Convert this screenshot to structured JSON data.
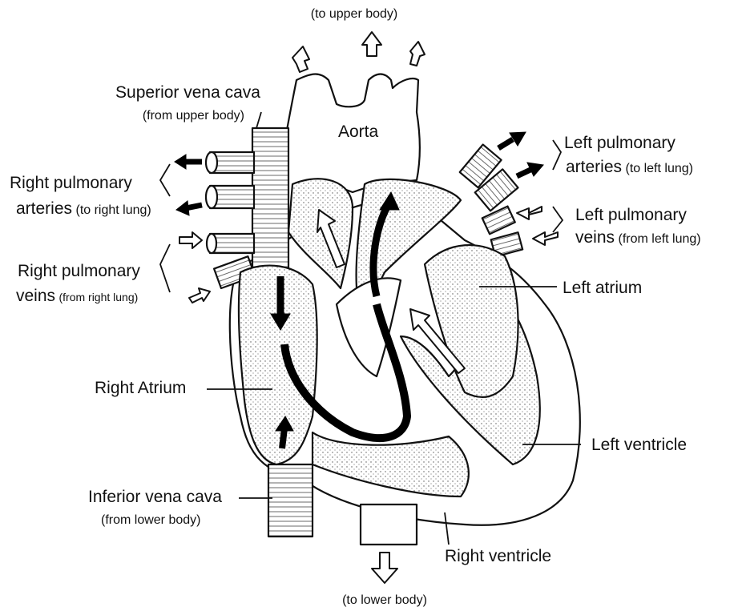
{
  "labels": {
    "to_upper_body": "(to upper body)",
    "superior_vena_cava": "Superior vena cava",
    "from_upper_body": "(from upper body)",
    "aorta": "Aorta",
    "right_pulmonary_arteries_1": "Right pulmonary",
    "right_pulmonary_arteries_2": "arteries",
    "to_right_lung": "(to right lung)",
    "right_pulmonary_veins_1": "Right pulmonary",
    "right_pulmonary_veins_2": "veins",
    "from_right_lung": "(from right lung)",
    "left_pulmonary_arteries_1": "Left pulmonary",
    "left_pulmonary_arteries_2": "arteries",
    "to_left_lung": "(to left lung)",
    "left_pulmonary_veins_1": "Left pulmonary",
    "left_pulmonary_veins_2": "veins",
    "from_left_lung": "(from left lung)",
    "left_atrium": "Left atrium",
    "right_atrium": "Right Atrium",
    "left_ventricle": "Left ventricle",
    "inferior_vena_cava": "Inferior vena cava",
    "from_lower_body": "(from lower body)",
    "right_ventricle": "Right ventricle",
    "to_lower_body": "(to lower body)"
  },
  "colors": {
    "outline": "#111111",
    "deoxygenated_arrow": "#000000",
    "oxygenated_arrow": "#ffffff",
    "chamber_fill": "#d9d9d9"
  }
}
